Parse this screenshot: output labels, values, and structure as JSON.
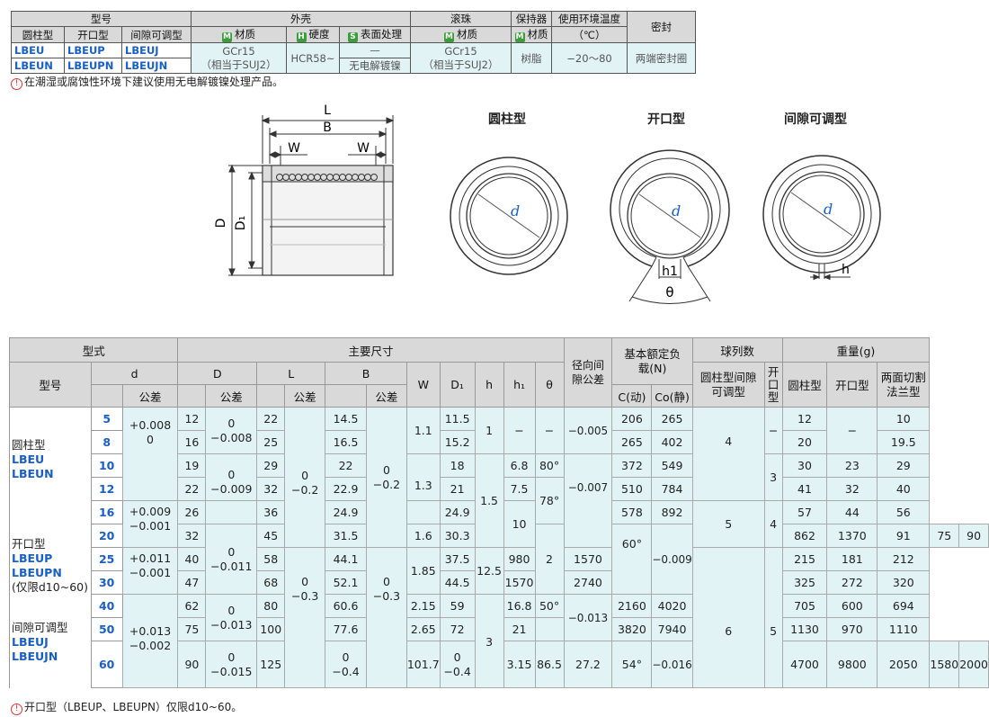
{
  "spec_table": {
    "header": {
      "model": "型号",
      "shell": "外壳",
      "ball": "滚珠",
      "retainer": "保持器",
      "temp": "使用环境温度",
      "seal": "密封",
      "cylindrical": "圆柱型",
      "open": "开口型",
      "adjustable": "间隙可调型",
      "material": "材质",
      "hardness": "硬度",
      "surface": "表面处理",
      "temp_unit": "（℃）",
      "m_badge": "M",
      "h_badge": "H",
      "s_badge": "S"
    },
    "rows": [
      {
        "cyl": "LBEU",
        "open": "LBEUP",
        "adj": "LBEUJ",
        "surface": "—"
      },
      {
        "cyl": "LBEUN",
        "open": "LBEUPN",
        "adj": "LBEUJN",
        "surface": "无电解镀镍"
      }
    ],
    "shell_material": "GCr15",
    "shell_material_eq": "（相当于SUJ2）",
    "hardness_value": "HCR58~",
    "ball_material": "GCr15",
    "ball_material_eq": "（相当于SUJ2）",
    "retainer_material": "树脂",
    "temp_range": "−20～80",
    "seal_type": "两端密封圈"
  },
  "note_top": "在潮湿或腐蚀性环境下建议使用无电解镀镍处理产品。",
  "drawing": {
    "L": "L",
    "B": "B",
    "W": "W",
    "D": "D",
    "D1": "D₁",
    "d": "d",
    "h": "h",
    "h1": "h1",
    "theta": "θ",
    "title_cyl": "圆柱型",
    "title_open": "开口型",
    "title_adj": "间隙可调型"
  },
  "main_table": {
    "header": {
      "form": "型式",
      "main_dim": "主要尺寸",
      "radial": "径向间隙公差",
      "load": "基本额定负载(N)",
      "ball_rows": "球列数",
      "weight": "重量(g)",
      "model": "型号",
      "d": "d",
      "D": "D",
      "L": "L",
      "B": "B",
      "W": "W",
      "D1": "D₁",
      "h": "h",
      "h1": "h₁",
      "theta": "θ",
      "tol": "公差",
      "c_dyn": "C(动)",
      "c_sta": "Co(静)",
      "rows_cyl_adj": "圆柱型间隙可调型",
      "rows_open": "开口型",
      "w_cyl": "圆柱型",
      "w_open": "开口型",
      "w_flange": "两面切割法兰型"
    },
    "groups": {
      "cyl_label": "圆柱型",
      "cyl_codes": [
        "LBEU",
        "LBEUN"
      ],
      "open_label": "开口型",
      "open_codes": [
        "LBEUP",
        "LBEUPN"
      ],
      "open_range": "(仅限d10~60)",
      "adj_label": "间隙可调型",
      "adj_codes": [
        "LBEUJ",
        "LBEUJN"
      ]
    },
    "rows": [
      {
        "d": "5",
        "D": "12",
        "L": "22",
        "B": "14.5",
        "D1": "11.5",
        "h1": "",
        "c": "206",
        "co": "265",
        "wc": "12",
        "wo": "",
        "wf": "10"
      },
      {
        "d": "8",
        "D": "16",
        "L": "25",
        "B": "16.5",
        "D1": "15.2",
        "h1": "",
        "c": "265",
        "co": "402",
        "wc": "20",
        "wo": "",
        "wf": "19.5"
      },
      {
        "d": "10",
        "D": "19",
        "L": "29",
        "B": "22",
        "D1": "18",
        "h1": "6.8",
        "c": "372",
        "co": "549",
        "wc": "30",
        "wo": "23",
        "wf": "29"
      },
      {
        "d": "12",
        "D": "22",
        "L": "32",
        "B": "22.9",
        "D1": "21",
        "h1": "7.5",
        "c": "510",
        "co": "784",
        "wc": "41",
        "wo": "32",
        "wf": "40"
      },
      {
        "d": "16",
        "D": "26",
        "L": "36",
        "B": "24.9",
        "D1": "24.9",
        "h1": "",
        "c": "578",
        "co": "892",
        "wc": "57",
        "wo": "44",
        "wf": "56"
      },
      {
        "d": "20",
        "D": "32",
        "L": "45",
        "B": "31.5",
        "D1": "30.3",
        "h1": "",
        "c": "862",
        "co": "1370",
        "wc": "91",
        "wo": "75",
        "wf": "90"
      },
      {
        "d": "25",
        "D": "40",
        "L": "58",
        "B": "44.1",
        "D1": "37.5",
        "h1": "",
        "c": "980",
        "co": "1570",
        "wc": "215",
        "wo": "181",
        "wf": "212"
      },
      {
        "d": "30",
        "D": "47",
        "L": "68",
        "B": "52.1",
        "D1": "44.5",
        "h1": "",
        "c": "1570",
        "co": "2740",
        "wc": "325",
        "wo": "272",
        "wf": "320"
      },
      {
        "d": "40",
        "D": "62",
        "L": "80",
        "B": "60.6",
        "D1": "59",
        "h1": "16.8",
        "c": "2160",
        "co": "4020",
        "wc": "705",
        "wo": "600",
        "wf": "694"
      },
      {
        "d": "50",
        "D": "75",
        "L": "100",
        "B": "77.6",
        "D1": "72",
        "h1": "21",
        "c": "3820",
        "co": "7940",
        "wc": "1130",
        "wo": "970",
        "wf": "1110"
      },
      {
        "d": "60",
        "D": "90",
        "L": "125",
        "B": "101.7",
        "D1": "86.5",
        "h1": "27.2",
        "c": "4700",
        "co": "9800",
        "wc": "2050",
        "wo": "1580",
        "wf": "2000"
      }
    ],
    "merged": {
      "d_tol_1": "+0.008\n0",
      "d_tol_2": "+0.009\n−0.001",
      "d_tol_3": "+0.011\n−0.001",
      "d_tol_4": "+0.013\n−0.002",
      "D_tol_1": "0\n−0.008",
      "D_tol_2": "0\n−0.009",
      "D_tol_3": "0\n−0.011",
      "D_tol_4": "0\n−0.013",
      "D_tol_5": "0\n−0.015",
      "L_tol_1": "0\n−0.2",
      "L_tol_2": "0\n−0.3",
      "L_tol_3": "0\n−0.4",
      "B_tol_1": "0\n−0.2",
      "B_tol_2": "0\n−0.3",
      "B_tol_3": "0\n−0.4",
      "W_1": "1.1",
      "W_2": "1.3",
      "W_3": "1.6",
      "W_4": "1.85",
      "W_5": "2.15",
      "W_6": "2.65",
      "W_7": "3.15",
      "h_1": "1",
      "h_2": "1.5",
      "h_3": "2",
      "h_4": "3",
      "h1_dash": "−",
      "h1_10": "10",
      "h1_12_5": "12.5",
      "th_dash": "−",
      "th_80": "80°",
      "th_78": "78°",
      "th_60": "60°",
      "th_50": "50°",
      "th_54": "54°",
      "rad_1": "−0.005",
      "rad_2": "−0.007",
      "rad_3": "−0.009",
      "rad_4": "−0.013",
      "rad_5": "−0.016",
      "rows_ca_1": "4",
      "rows_ca_2": "5",
      "rows_ca_3": "6",
      "rows_o_dash": "−",
      "rows_o_3": "3",
      "rows_o_4": "4",
      "rows_o_5": "5",
      "wo_dash": "−"
    }
  },
  "note_bottom": "开口型（LBEUP、LBEUPN）仅限d10~60。",
  "warn_glyph": "!"
}
